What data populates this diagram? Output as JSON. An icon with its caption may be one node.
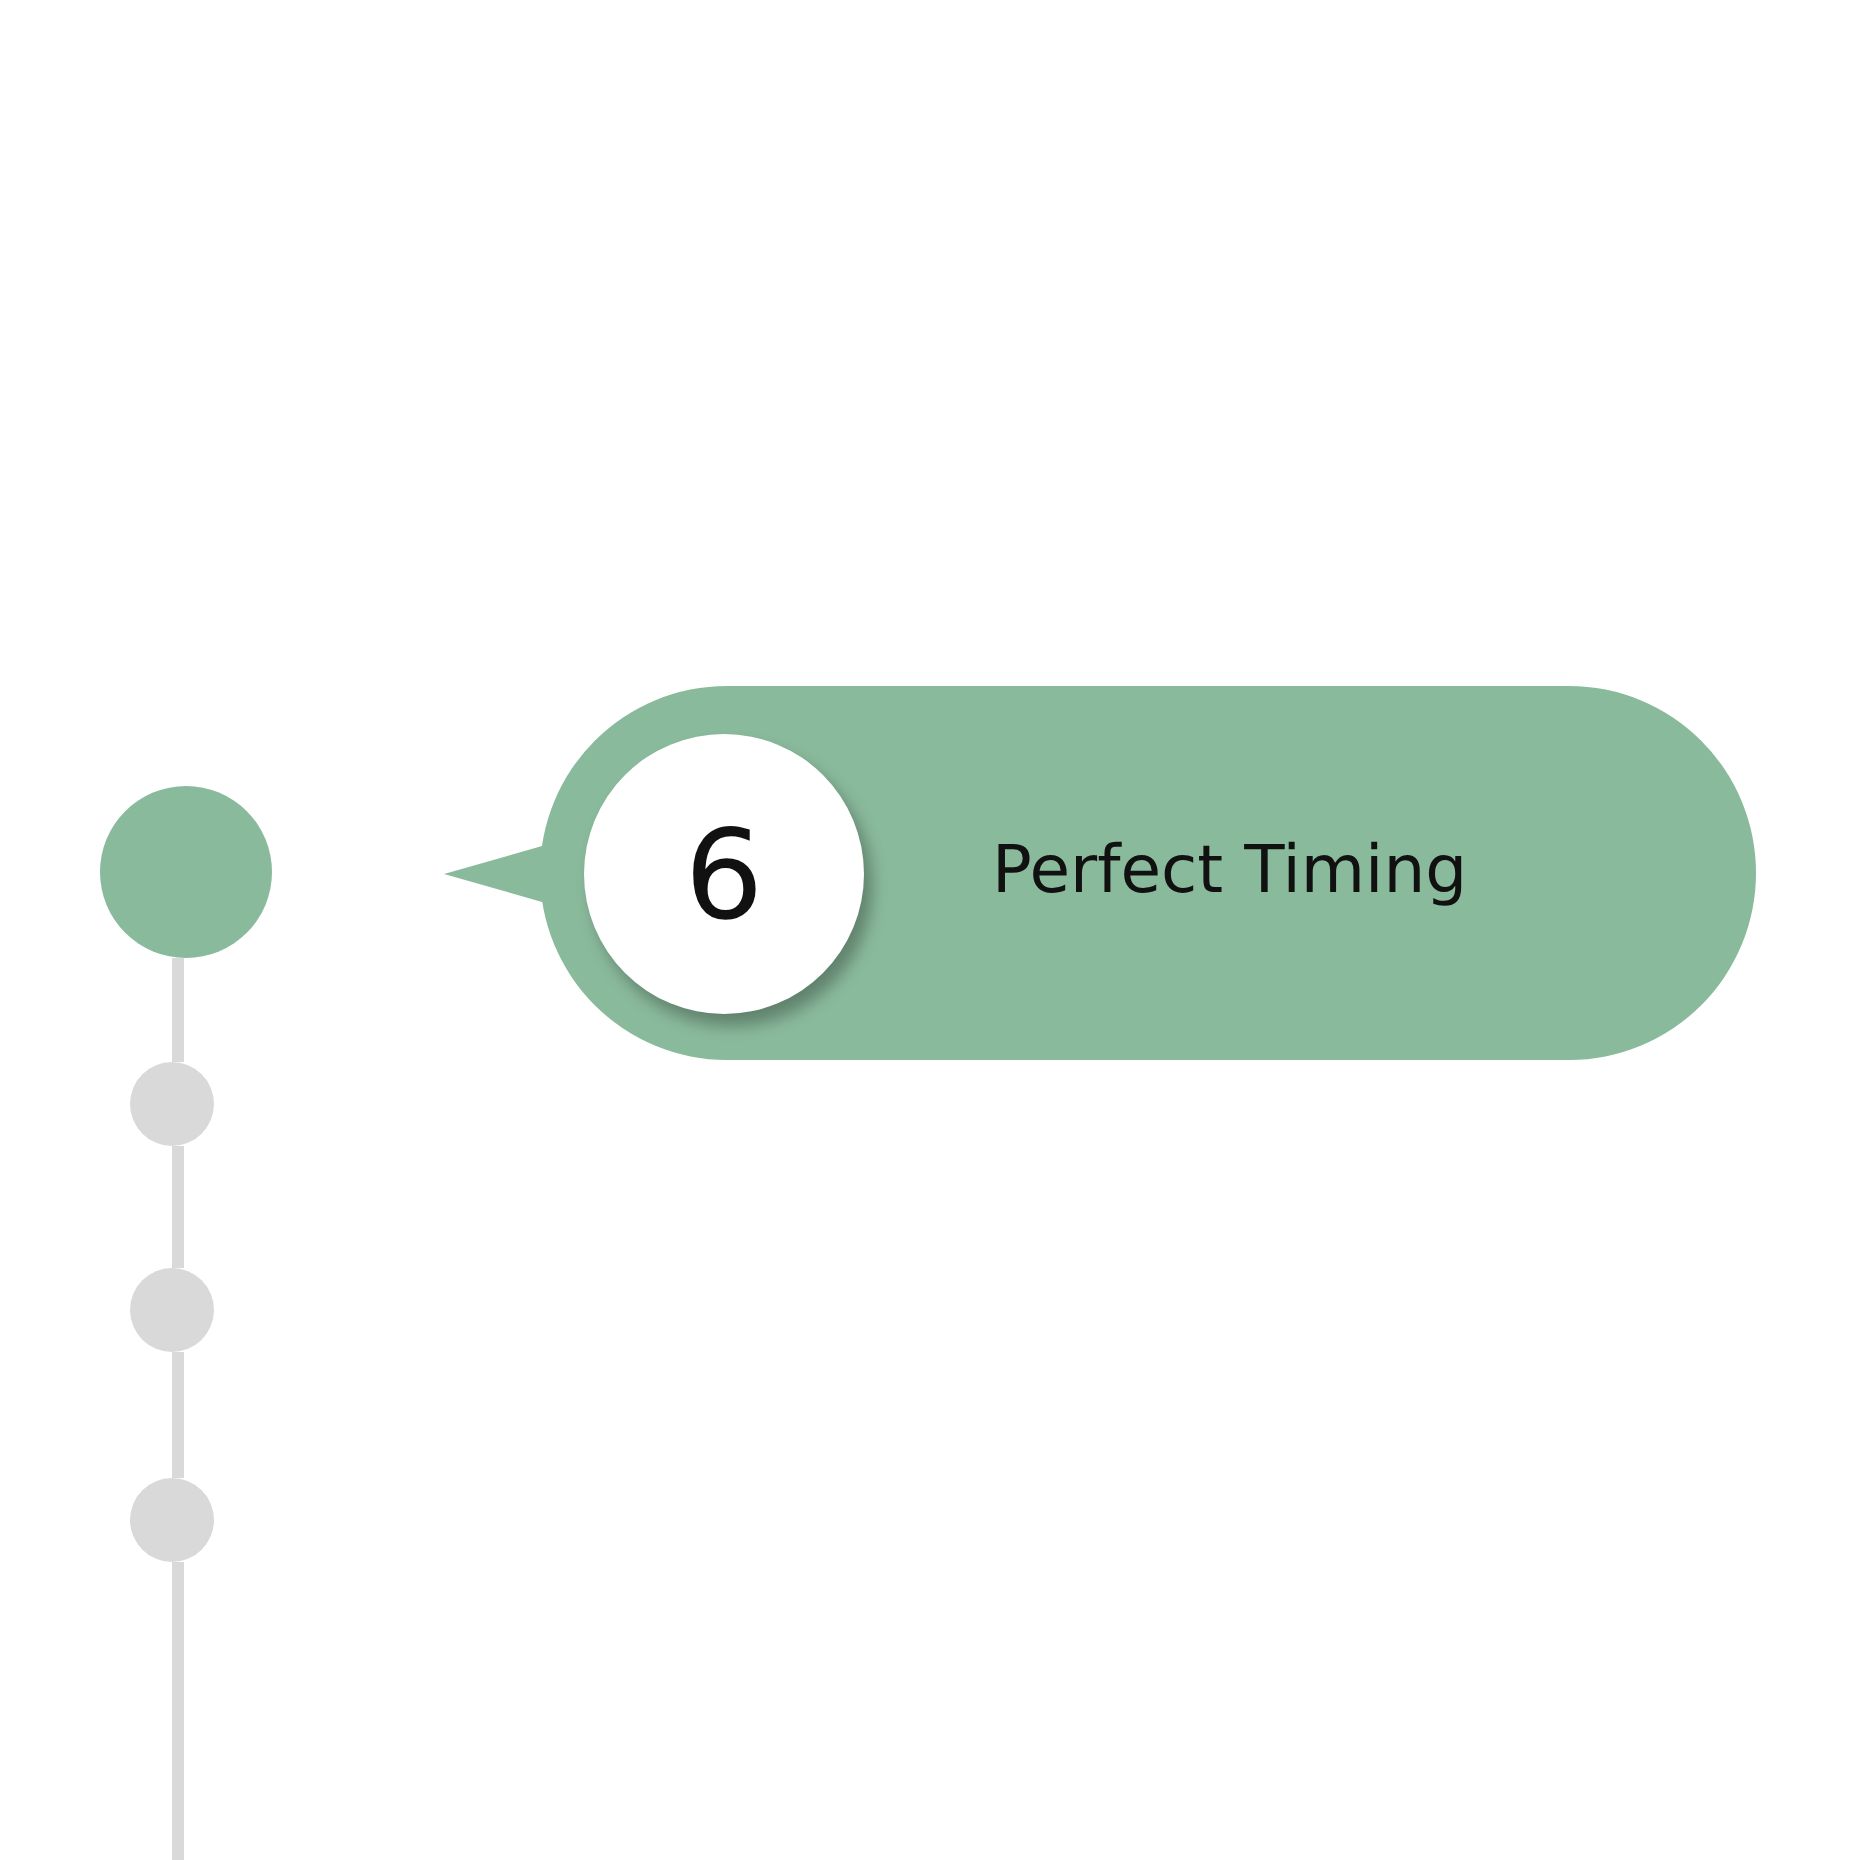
{
  "diagram": {
    "nodes": [
      {
        "text": [
          "Perfect Timing"
        ]
      },
      {
        "text": [
          "6"
        ],
        "in": 0
      },
      {
        "text": [],
        "shape": "circle"
      },
      {
        "text": [],
        "shape": "circle"
      },
      {
        "text": [],
        "shape": "circle"
      },
      {
        "text": [],
        "shape": "circle"
      }
    ],
    "edges": [
      {
        "from": 2,
        "to": 3,
        "arrow": "none"
      },
      {
        "from": 3,
        "to": 4,
        "arrow": "none"
      },
      {
        "from": 4,
        "to": 5,
        "arrow": "none"
      },
      {
        "from": 5,
        "to": null,
        "arrow": "none"
      }
    ]
  }
}
